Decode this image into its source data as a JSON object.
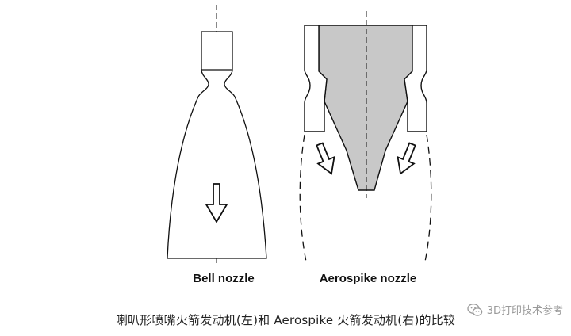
{
  "diagram": {
    "labels": {
      "bell": "Bell nozzle",
      "aerospike": "Aerospike nozzle"
    }
  },
  "caption": "喇叭形喷嘴火箭发动机(左)和 Aerospike 火箭发动机(右)的比较",
  "watermark": {
    "icon": "wechat-icon",
    "text": "3D打印技术参考"
  },
  "colors": {
    "line": "#111111",
    "spike_fill": "#c8c8c8",
    "background": "#ffffff"
  }
}
